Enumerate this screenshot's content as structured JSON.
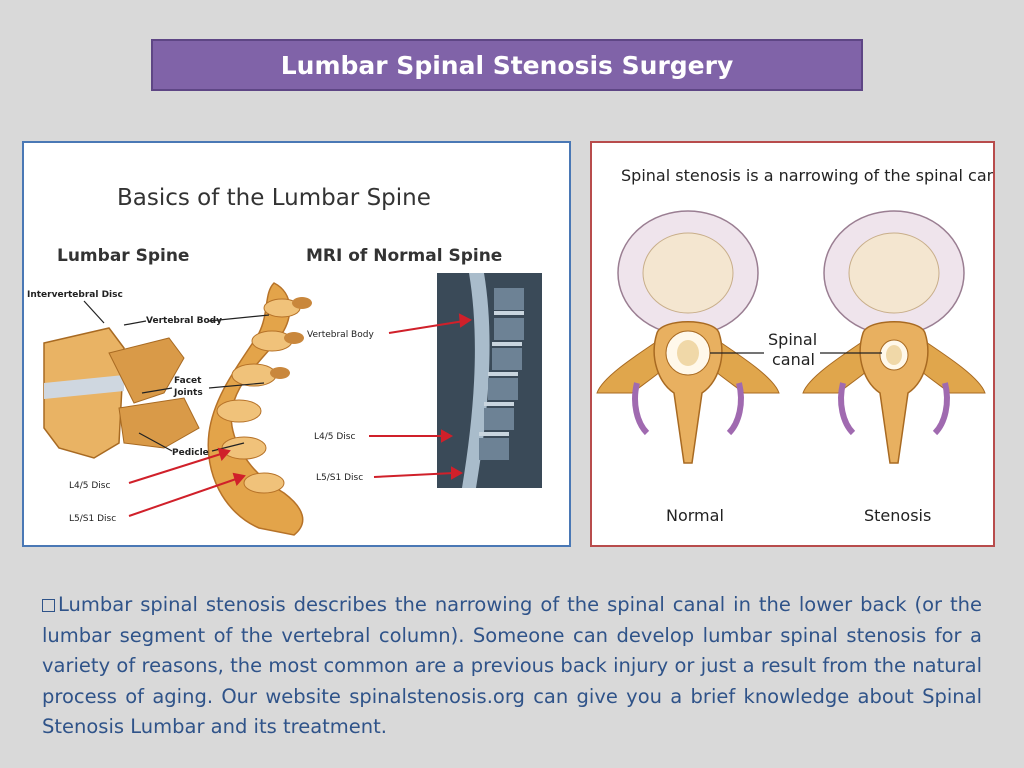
{
  "slide": {
    "title": "Lumbar Spinal Stenosis Surgery",
    "body": "Lumbar spinal stenosis describes the narrowing of the spinal canal in the lower back (or the lumbar segment of the vertebral column). Someone can develop lumbar spinal stenosis for a variety of reasons, the most common are a previous back injury or just a result from the natural process of aging. Our website spinalstenosis.org can give you a brief knowledge about Spinal Stenosis Lumbar and its treatment."
  },
  "left_figure": {
    "title": "Basics of the Lumbar Spine",
    "subtitle_left": "Lumbar Spine",
    "subtitle_right": "MRI of Normal Spine",
    "labels": {
      "intervertebral_disc": "Intervertebral Disc",
      "vertebral_body": "Vertebral Body",
      "facet_joints_1": "Facet",
      "facet_joints_2": "Joints",
      "pedicle": "Pedicle",
      "l45_left": "L4/5 Disc",
      "l5s1_left": "L5/S1 Disc",
      "vertebral_body_mri": "Vertebral Body",
      "l45_mri": "L4/5 Disc",
      "l5s1_mri": "L5/S1 Disc"
    }
  },
  "right_figure": {
    "title": "Spinal stenosis is a narrowing of the spinal canal",
    "label_spinal": "Spinal",
    "label_canal": "canal",
    "caption_normal": "Normal",
    "caption_stenosis": "Stenosis"
  },
  "colors": {
    "title_bar": "#8063a8",
    "body_text": "#2f5389",
    "left_border": "#4a78b5",
    "right_border": "#b84c4c",
    "arrow": "#d0202a"
  }
}
